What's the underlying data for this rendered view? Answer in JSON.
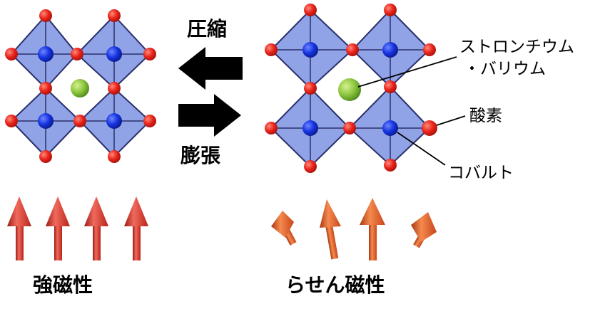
{
  "arrows_labels": {
    "compress": "圧縮",
    "expand": "膨張"
  },
  "labels": {
    "strontium_barium_line1": "ストロンチウム",
    "strontium_barium_line2": "・バリウム",
    "oxygen": "酸素",
    "cobalt": "コバルト"
  },
  "magnetism": {
    "left": "強磁性",
    "right": "らせん磁性"
  },
  "colors": {
    "octahedron_fill": "#8fa3e6",
    "octahedron_edge": "#2a2f6a",
    "oxygen": "#e8231a",
    "cobalt": "#1533e0",
    "sr_ba": "#8cc63f",
    "spin_ferro": "#d9382c",
    "spin_helix": "#e0561d"
  }
}
